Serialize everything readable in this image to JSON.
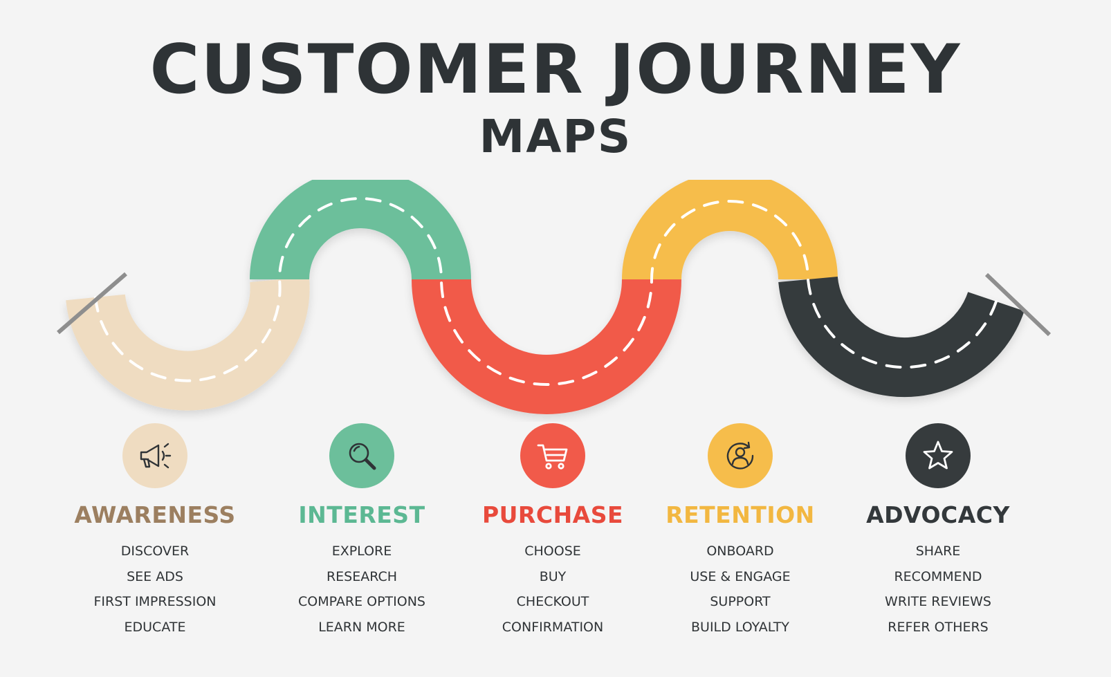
{
  "header": {
    "title": "CUSTOMER JOURNEY",
    "subtitle": "MAPS"
  },
  "stages": [
    {
      "name": "AWARENESS",
      "color": "#efdcc1",
      "text_color": "#9c7f60",
      "icon": "megaphone-icon",
      "items": [
        "DISCOVER",
        "SEE ADS",
        "FIRST IMPRESSION",
        "EDUCATE"
      ]
    },
    {
      "name": "INTEREST",
      "color": "#6cbf9b",
      "text_color": "#5cb893",
      "icon": "magnifier-icon",
      "items": [
        "EXPLORE",
        "RESEARCH",
        "COMPARE OPTIONS",
        "LEARN MORE"
      ]
    },
    {
      "name": "PURCHASE",
      "color": "#f15a4a",
      "text_color": "#e84a3c",
      "icon": "shopping-cart-icon",
      "items": [
        "CHOOSE",
        "BUY",
        "CHECKOUT",
        "CONFIRMATION"
      ]
    },
    {
      "name": "RETENTION",
      "color": "#f6bd4b",
      "text_color": "#f2b741",
      "icon": "user-cycle-icon",
      "items": [
        "ONBOARD",
        "USE & ENGAGE",
        "SUPPORT",
        "BUILD LOYALTY"
      ]
    },
    {
      "name": "ADVOCACY",
      "color": "#363b3d",
      "text_color": "#33383b",
      "icon": "star-icon",
      "items": [
        "SHARE",
        "RECOMMEND",
        "WRITE REVIEWS",
        "REFER OTHERS"
      ]
    }
  ]
}
